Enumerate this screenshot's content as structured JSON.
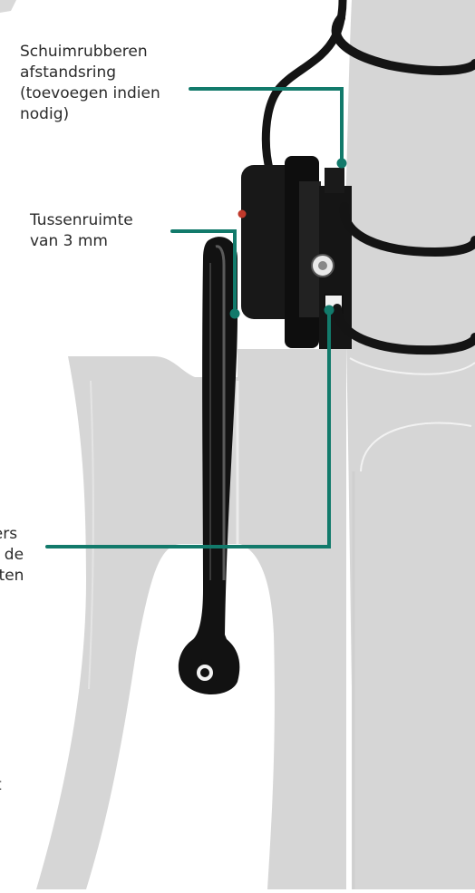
{
  "annotations": {
    "foam_spacer": "Schuimrubberen\nafstandsring\n(toevoegen indien\nnodig)",
    "gap": "Tussenruimte\nvan 3 mm",
    "spacers_partial": "ders\nor de\nmten",
    "edge_fragment": "t"
  },
  "colors": {
    "leader": "#127a6b",
    "frame": "#d9d9d9",
    "frame_line": "#f4f4f4",
    "hardware": "#141414"
  },
  "icons": [
    "bolt-head-icon",
    "red-led-icon"
  ]
}
